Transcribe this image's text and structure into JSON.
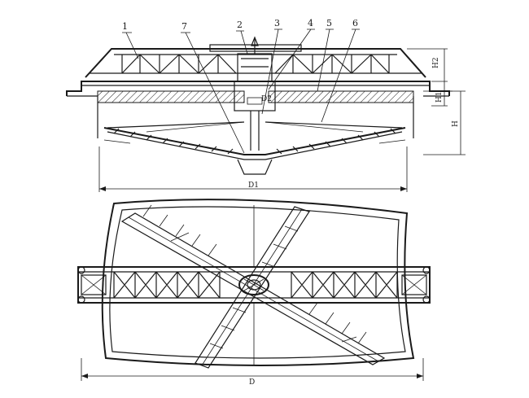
{
  "callouts": [
    "1",
    "2",
    "3",
    "4",
    "5",
    "6",
    "7"
  ],
  "dimensions": {
    "h2": "H2",
    "h1": "H1",
    "h": "H",
    "d2": "D2",
    "d1": "D1",
    "d": "D"
  },
  "colors": {
    "ink": "#1a1a1a",
    "background": "#ffffff"
  }
}
